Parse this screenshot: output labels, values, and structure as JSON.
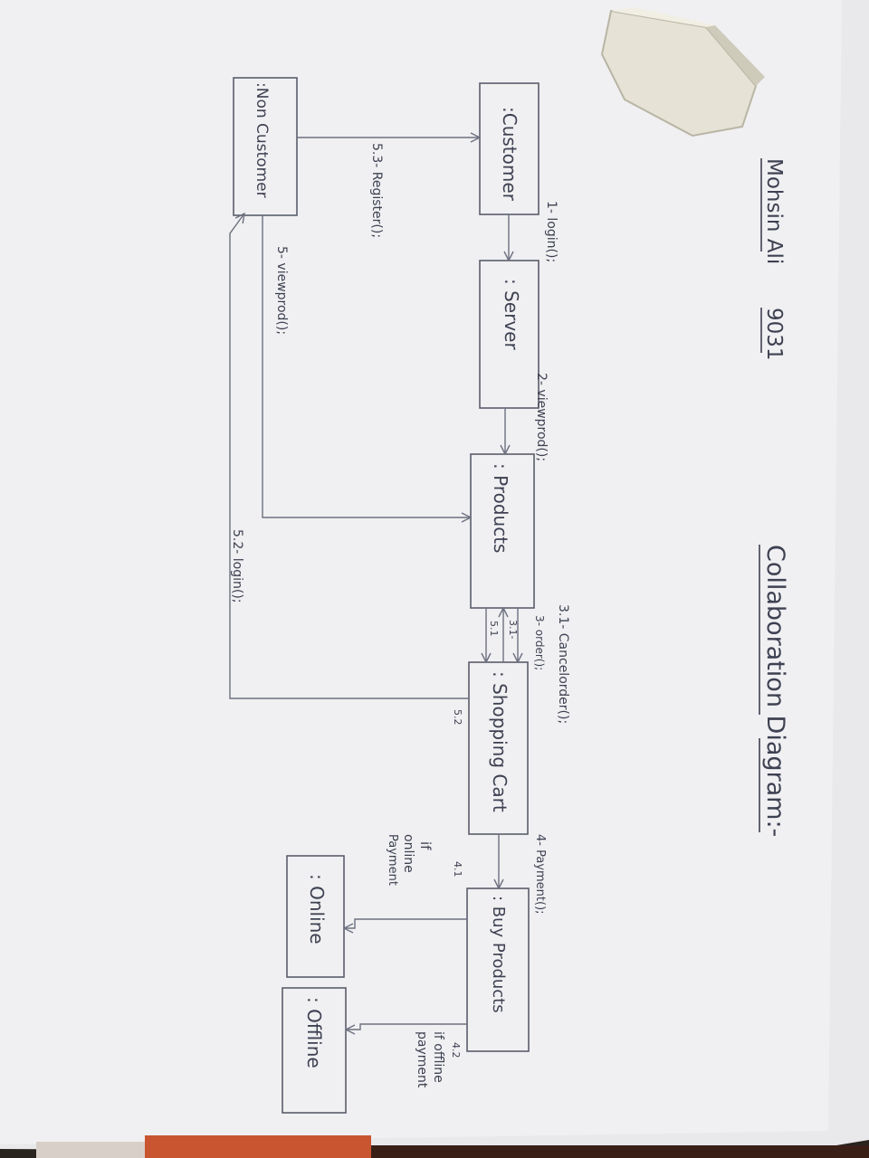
{
  "header": {
    "author": "Mohsin Ali",
    "roll_no": "9031",
    "title": "Collaboration Diagram:-"
  },
  "objects": {
    "customer": ":Customer",
    "non_customer": ":Non Customer",
    "server": ": Server",
    "products": ": Products",
    "shopping_cart": ": Shopping Cart",
    "buy_products": ": Buy Products",
    "online": ": Online",
    "offline": ": Offline"
  },
  "messages": {
    "m1": "1- login();",
    "m2": "2- viewprod();",
    "m3": "3- order();",
    "m3_1_cancel": "3.1- Cancelorder();",
    "m3_1_short": "3.1-",
    "m4": "4- Payment();",
    "m4_1": "4.1",
    "m4_2": "4.2",
    "cond_online_1": "if",
    "cond_online_2": "online",
    "cond_online_3": "Payment",
    "cond_offline_1": "if offline",
    "cond_offline_2": "payment",
    "m5": "5- viewprod();",
    "m5_1": "5.1",
    "m5_2": "5.2",
    "m5_2_login": "5.2- login();",
    "m5_3": "5.3- Register();"
  },
  "colors": {
    "ink": "#3e4152",
    "line": "#6d7080",
    "paper": "#f2f2f4",
    "background": "#2a241f"
  }
}
